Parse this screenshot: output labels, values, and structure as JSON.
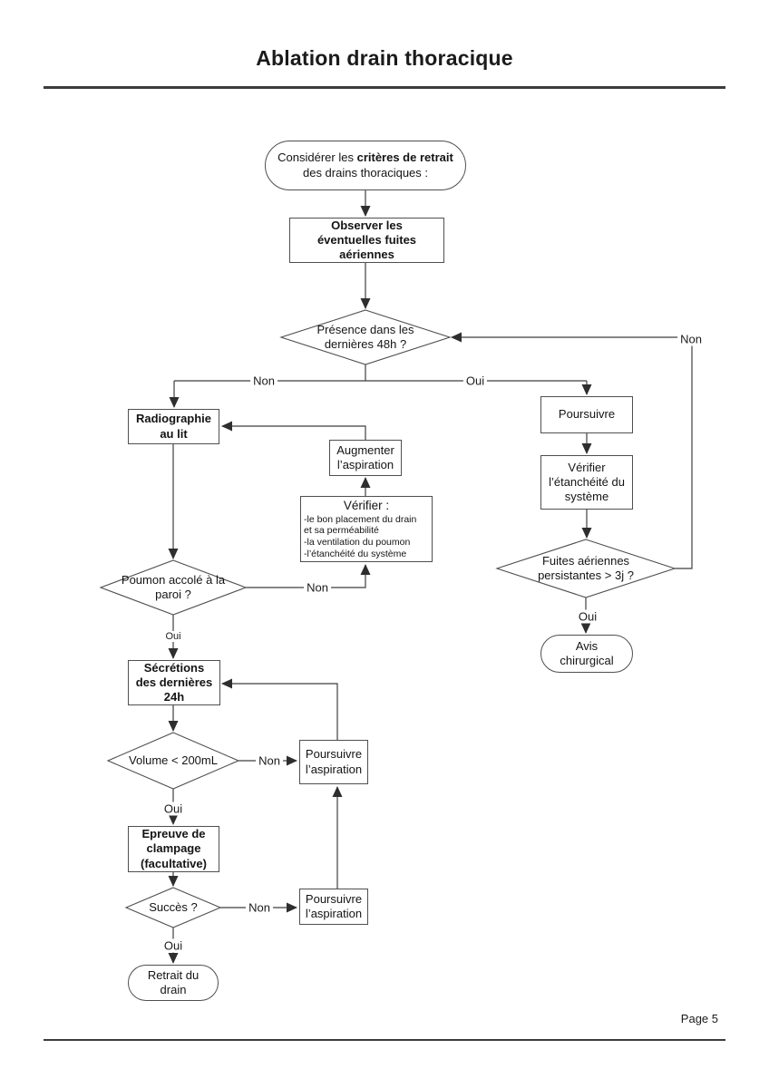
{
  "page": {
    "title": "Ablation drain thoracique",
    "page_number": "Page 5"
  },
  "nodes": {
    "start": {
      "line1_normal": "Considérer les ",
      "line1_bold": "critères de retrait",
      "line2": "des drains thoraciques :"
    },
    "observer": {
      "lines": [
        "Observer les",
        "éventuelles fuites",
        "aériennes"
      ]
    },
    "presence": {
      "lines": [
        "Présence dans les",
        "dernières 48h ?"
      ]
    },
    "radiographie": {
      "lines": [
        "Radiographie",
        "au lit"
      ]
    },
    "poursuivre": {
      "label": "Poursuivre"
    },
    "augmenter": {
      "lines": [
        "Augmenter",
        "l’aspiration"
      ]
    },
    "verifier": {
      "title": "Vérifier :",
      "items": [
        "-le bon placement du drain",
        "et sa perméabilité",
        "-la ventilation du poumon",
        "-l’étanchéité du système"
      ]
    },
    "etancheite": {
      "lines": [
        "Vérifier",
        "l’étanchéité du",
        "système"
      ]
    },
    "fuites": {
      "lines": [
        "Fuites aériennes",
        "persistantes > 3j ?"
      ]
    },
    "avis": {
      "lines": [
        "Avis",
        "chirurgical"
      ]
    },
    "poumon": {
      "lines": [
        "Poumon accolé à la",
        "paroi ?"
      ]
    },
    "secretions": {
      "lines": [
        "Sécrétions",
        "des dernières",
        "24h"
      ]
    },
    "volume": {
      "label": "Volume < 200mL"
    },
    "poursuivre_aspiration_1": {
      "lines": [
        "Poursuivre",
        "l’aspiration"
      ]
    },
    "epreuve": {
      "lines": [
        "Epreuve de",
        "clampage",
        "(facultative)"
      ]
    },
    "succes": {
      "label": "Succès ?"
    },
    "poursuivre_aspiration_2": {
      "lines": [
        "Poursuivre",
        "l’aspiration"
      ]
    },
    "retrait": {
      "lines": [
        "Retrait du",
        "drain"
      ]
    }
  },
  "edge_labels": {
    "presence_non": "Non",
    "presence_oui": "Oui",
    "return_non": "Non",
    "poumon_non": "Non",
    "poumon_oui": "Oui",
    "volume_non": "Non",
    "volume_oui": "Oui",
    "succes_non": "Non",
    "succes_oui": "Oui",
    "fuites_oui": "Oui"
  },
  "colors": {
    "line": "#3f3f3f",
    "border": "#4f4f4f",
    "text": "#141414",
    "background": "#ffffff"
  }
}
